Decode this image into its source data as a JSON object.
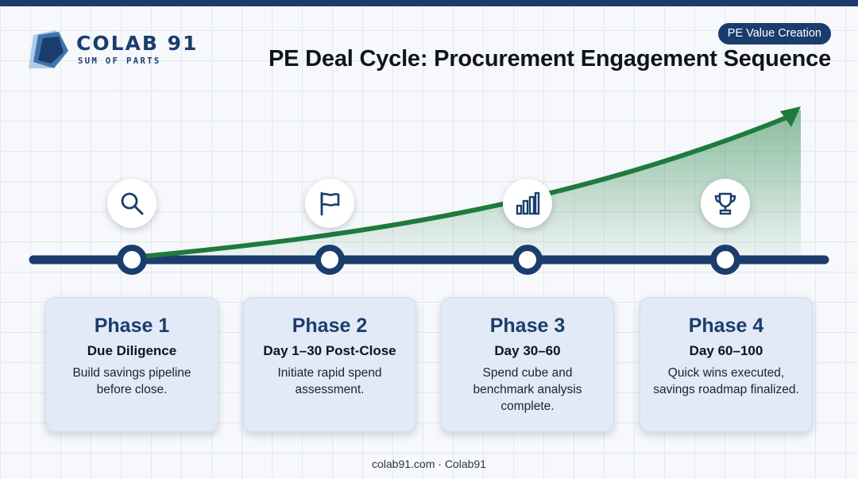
{
  "brand": {
    "name": "COLAB 91",
    "tagline": "SUM OF PARTS"
  },
  "header": {
    "tag": "PE Value Creation",
    "title": "PE Deal Cycle: Procurement Engagement Sequence"
  },
  "phases": [
    {
      "title": "Phase 1",
      "subtitle": "Due Diligence",
      "description": "Build savings pipeline before close.",
      "icon": "magnifier-icon"
    },
    {
      "title": "Phase 2",
      "subtitle": "Day 1–30 Post-Close",
      "description": "Initiate rapid spend assessment.",
      "icon": "flag-icon"
    },
    {
      "title": "Phase 3",
      "subtitle": "Day 30–60",
      "description": "Spend cube and benchmark analysis complete.",
      "icon": "bar-chart-icon"
    },
    {
      "title": "Phase 4",
      "subtitle": "Day 60–100",
      "description": "Quick wins executed, savings roadmap finalized.",
      "icon": "trophy-icon"
    }
  ],
  "footer": {
    "text": "colab91.com · Colab91"
  },
  "colors": {
    "navy": "#1b3d6d",
    "green_arrow": "#1f7a3e",
    "card_bg": "#e1eaf6"
  }
}
